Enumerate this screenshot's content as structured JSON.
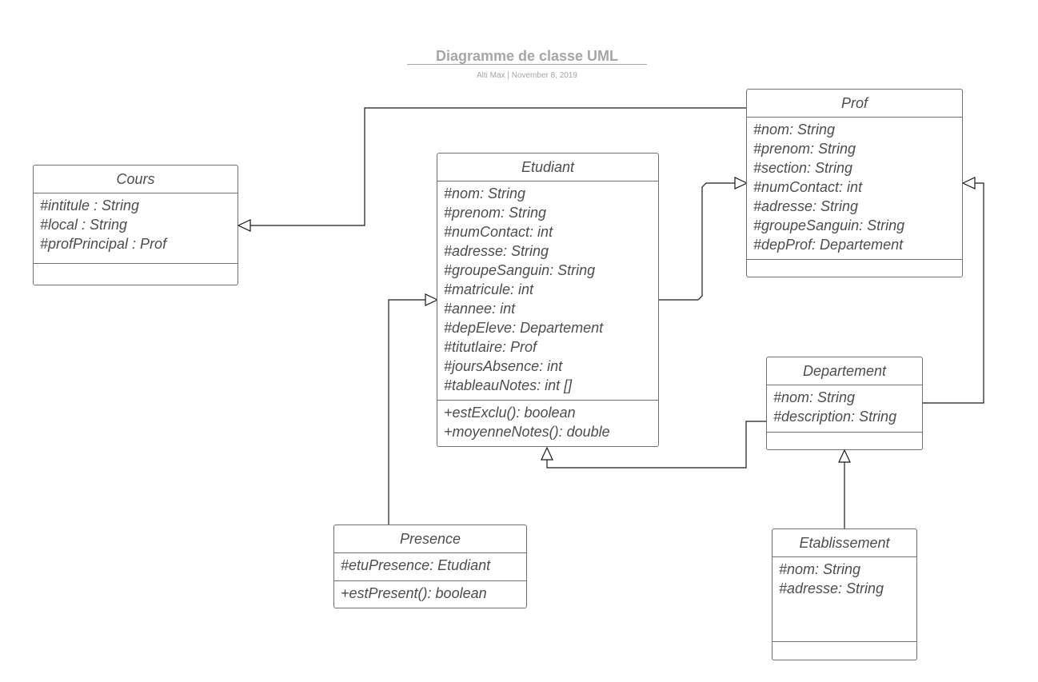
{
  "title": "Diagramme de classe UML",
  "subtitle": "Alti Max  |  November 8, 2019",
  "classes": {
    "cours": {
      "name": "Cours",
      "attributes": [
        "#intitule : String",
        "#local : String",
        "#profPrincipal : Prof"
      ],
      "methods": []
    },
    "etudiant": {
      "name": "Etudiant",
      "attributes": [
        "#nom: String",
        "#prenom: String",
        "#numContact: int",
        "#adresse: String",
        "#groupeSanguin: String",
        "#matricule: int",
        "#annee: int",
        "#depEleve: Departement",
        "#titutlaire: Prof",
        "#joursAbsence: int",
        "#tableauNotes: int []"
      ],
      "methods": [
        "+estExclu(): boolean",
        "+moyenneNotes(): double"
      ]
    },
    "prof": {
      "name": "Prof",
      "attributes": [
        "#nom: String",
        "#prenom: String",
        "#section: String",
        "#numContact: int",
        "#adresse: String",
        "#groupeSanguin: String",
        "#depProf: Departement"
      ],
      "methods": []
    },
    "departement": {
      "name": "Departement",
      "attributes": [
        "#nom: String",
        "#description: String"
      ],
      "methods": []
    },
    "presence": {
      "name": "Presence",
      "attributes": [
        "#etuPresence: Etudiant"
      ],
      "methods": [
        "+estPresent(): boolean"
      ]
    },
    "etablissement": {
      "name": "Etablissement",
      "attributes": [
        "#nom: String",
        "#adresse: String"
      ],
      "methods": []
    }
  },
  "relations": [
    {
      "from": "Prof",
      "to": "Cours",
      "type": "generalization"
    },
    {
      "from": "Etudiant",
      "to": "Prof",
      "type": "generalization"
    },
    {
      "from": "Presence",
      "to": "Etudiant",
      "type": "generalization"
    },
    {
      "from": "Departement",
      "to": "Etudiant",
      "type": "generalization"
    },
    {
      "from": "Departement",
      "to": "Prof",
      "type": "generalization"
    },
    {
      "from": "Etablissement",
      "to": "Departement",
      "type": "generalization"
    }
  ],
  "colors": {
    "line": "#1a1a1a",
    "box_border": "#707070",
    "text": "#4d4d4d",
    "title": "#a6a6a6"
  }
}
